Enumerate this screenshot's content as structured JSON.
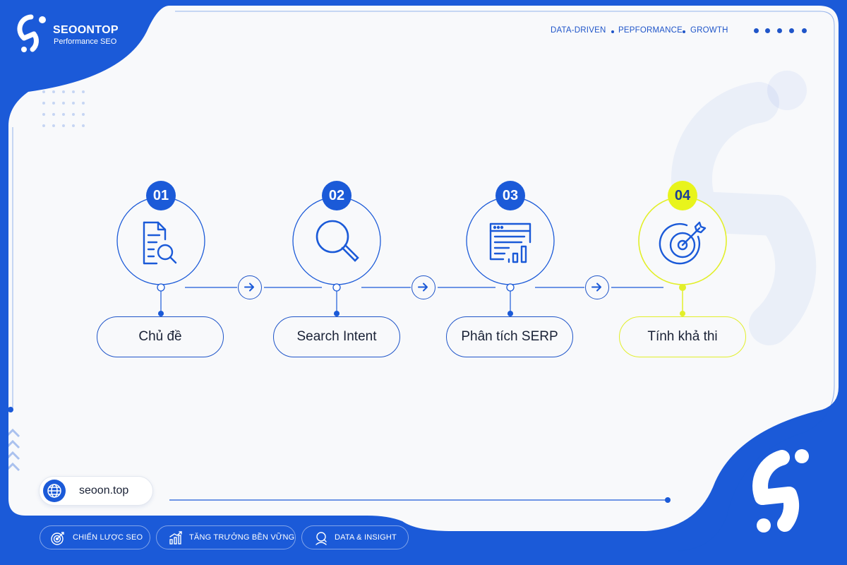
{
  "brand": {
    "name": "SEOONTOP",
    "subtitle": "Performance SEO"
  },
  "tagline": [
    "DATA-DRIVEN",
    "PEPFORMANCE",
    "GROWTH"
  ],
  "steps": [
    {
      "number": "01",
      "label": "Chủ đề",
      "icon": "document-search-icon",
      "highlight": false
    },
    {
      "number": "02",
      "label": "Search Intent",
      "icon": "magnifier-icon",
      "highlight": false
    },
    {
      "number": "03",
      "label": "Phân tích SERP",
      "icon": "browser-chart-icon",
      "highlight": false
    },
    {
      "number": "04",
      "label": "Tính khả thi",
      "icon": "target-arrow-icon",
      "highlight": true
    }
  ],
  "website": {
    "url": "seoon.top",
    "icon": "globe-icon"
  },
  "footer_chips": [
    {
      "label": "CHIẾN LƯỢC SEO",
      "icon": "target-icon"
    },
    {
      "label": "TĂNG TRƯỞNG BỀN VỮNG",
      "icon": "growth-chart-icon"
    },
    {
      "label": "DATA & INSIGHT",
      "icon": "insight-icon"
    }
  ],
  "colors": {
    "primary": "#1b5ad8",
    "accent": "#e8f41c",
    "text": "#1a2236",
    "background": "#f8f9fb"
  }
}
